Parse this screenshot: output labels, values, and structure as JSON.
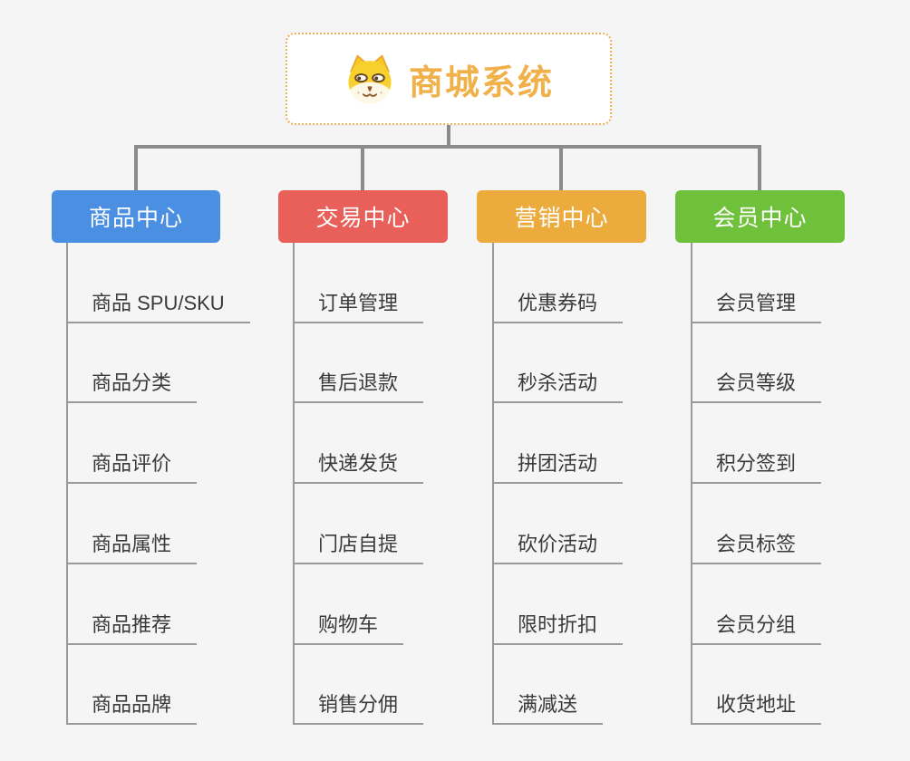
{
  "root": {
    "title": "商城系统",
    "icon": "shiba-dog-icon"
  },
  "branches": [
    {
      "label": "商品中心",
      "color": "#4b8fe2",
      "children": [
        "商品 SPU/SKU",
        "商品分类",
        "商品评价",
        "商品属性",
        "商品推荐",
        "商品品牌"
      ]
    },
    {
      "label": "交易中心",
      "color": "#e9605a",
      "children": [
        "订单管理",
        "售后退款",
        "快递发货",
        "门店自提",
        "购物车",
        "销售分佣"
      ]
    },
    {
      "label": "营销中心",
      "color": "#ebac3d",
      "children": [
        "优惠券码",
        "秒杀活动",
        "拼团活动",
        "砍价活动",
        "限时折扣",
        "满减送"
      ]
    },
    {
      "label": "会员中心",
      "color": "#6fc13c",
      "children": [
        "会员管理",
        "会员等级",
        "积分签到",
        "会员标签",
        "会员分组",
        "收货地址"
      ]
    }
  ],
  "colors": {
    "background": "#f5f5f5",
    "root_accent": "#f0b14b",
    "root_border": "#eeb057",
    "connector": "#8b8b8b",
    "leaf_line": "#9a9a9a",
    "leaf_text": "#3a3a3a"
  }
}
